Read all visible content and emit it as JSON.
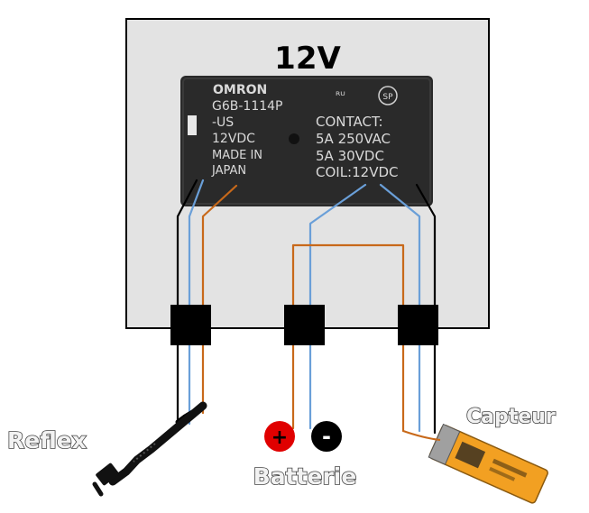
{
  "board": {
    "voltage_label": "12V"
  },
  "relay": {
    "brand": "OMRON",
    "model": "G6B-1114P",
    "cert": "-US",
    "coil_rating": "12VDC",
    "made_in": "MADE IN",
    "country": "JAPAN",
    "contact_title": "CONTACT:",
    "contact_ac": "5A 250VAC",
    "contact_dc": "5A 30VDC",
    "coil_label": "COIL:12VDC",
    "mark_ur": "ᴿᵁ",
    "mark_csa": "SP"
  },
  "labels": {
    "reflex": "Reflex",
    "capteur": "Capteur",
    "batterie": "Batterie",
    "plus": "+",
    "minus": "-"
  },
  "colors": {
    "board_fill": "#e3e3e3",
    "relay_body": "#2a2a2a",
    "wire_blue": "#6a9fd8",
    "wire_orange": "#c8691a",
    "wire_black": "#000000",
    "plus_red": "#e00000",
    "sensor_orange": "#f2a022"
  }
}
